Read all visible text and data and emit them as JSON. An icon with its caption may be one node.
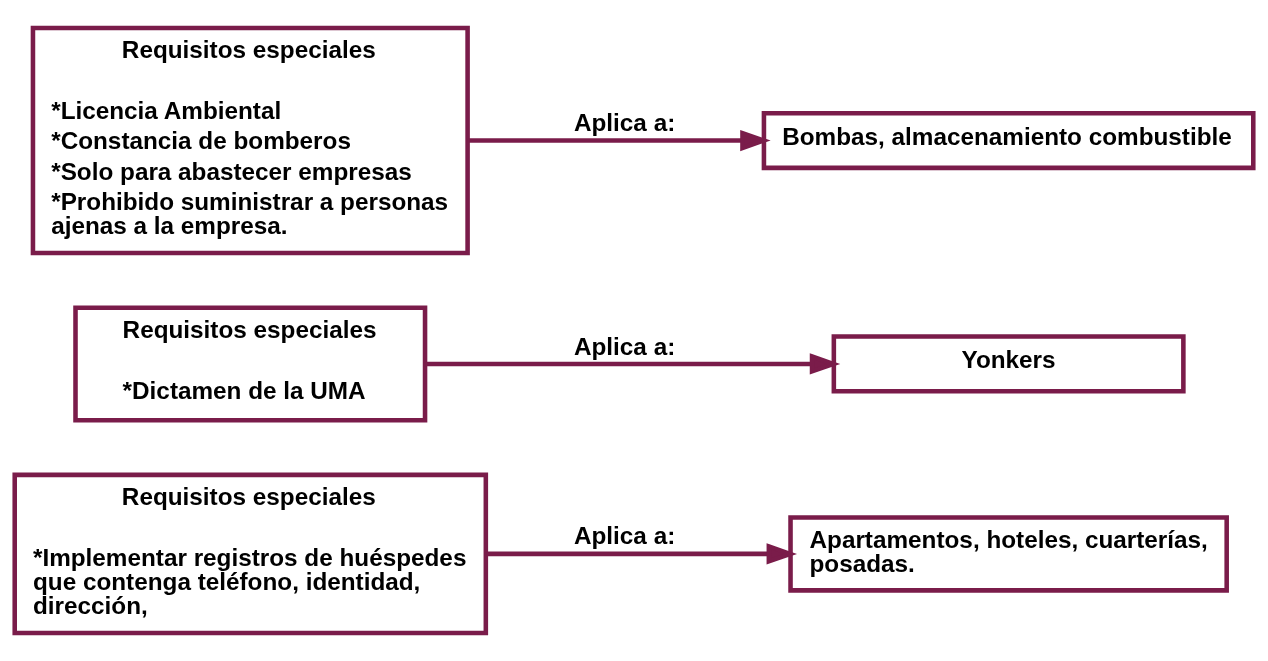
{
  "diagram": {
    "nodes": [
      {
        "text": [
          "Requisitos especiales",
          "*Licencia Ambiental",
          "*Constancia de bomberos",
          "*Solo para abastecer empresas",
          "*Prohibido suministrar a personas ajenas a la empresa."
        ]
      },
      {
        "text": [
          "Bombas, almacenamiento combustible"
        ]
      },
      {
        "text": [
          "Requisitos especiales",
          "*Dictamen de la UMA"
        ]
      },
      {
        "text": [
          "Yonkers"
        ]
      },
      {
        "text": [
          "Requisitos especiales",
          "*Implementar registros de huéspedes que contenga teléfono, identidad, dirección,"
        ]
      },
      {
        "text": [
          "Apartamentos, hoteles, cuarterías, posadas."
        ]
      }
    ],
    "edges": [
      {
        "from": 0,
        "to": 1,
        "arrow": "to",
        "label": "Aplica a:"
      },
      {
        "from": 2,
        "to": 3,
        "arrow": "to",
        "label": "Aplica a:"
      },
      {
        "from": 4,
        "to": 5,
        "arrow": "to",
        "label": "Aplica a:"
      }
    ]
  }
}
